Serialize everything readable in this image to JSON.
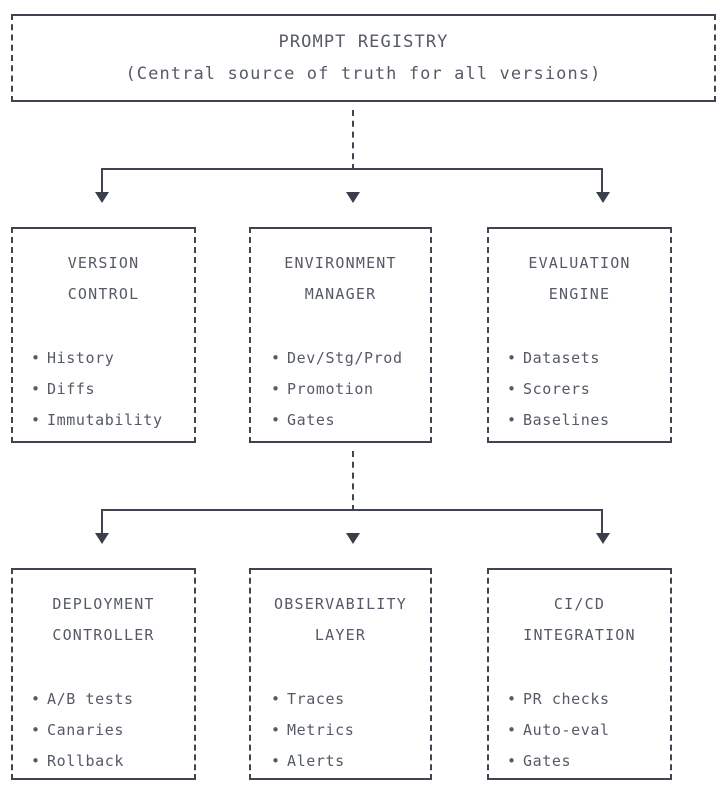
{
  "diagram": {
    "title": "PROMPT REGISTRY",
    "subtitle": "(Central source of truth for all versions)",
    "colors": {
      "border": "#3f4451",
      "text": "#555a66",
      "arrow": "#3a3f4b",
      "background": "#ffffff"
    },
    "root": {
      "label": "PROMPT REGISTRY",
      "description": "(Central source of truth for all versions)"
    },
    "rows": [
      {
        "nodes": [
          {
            "title_line1": "VERSION",
            "title_line2": "CONTROL",
            "bullets": [
              "History",
              "Diffs",
              "Immutability"
            ]
          },
          {
            "title_line1": "ENVIRONMENT",
            "title_line2": "MANAGER",
            "bullets": [
              "Dev/Stg/Prod",
              "Promotion",
              "Gates"
            ]
          },
          {
            "title_line1": "EVALUATION",
            "title_line2": "ENGINE",
            "bullets": [
              "Datasets",
              "Scorers",
              "Baselines"
            ]
          }
        ]
      },
      {
        "nodes": [
          {
            "title_line1": "DEPLOYMENT",
            "title_line2": "CONTROLLER",
            "bullets": [
              "A/B tests",
              "Canaries",
              "Rollback"
            ]
          },
          {
            "title_line1": "OBSERVABILITY",
            "title_line2": "LAYER",
            "bullets": [
              "Traces",
              "Metrics",
              "Alerts"
            ]
          },
          {
            "title_line1": "CI/CD",
            "title_line2": "INTEGRATION",
            "bullets": [
              "PR checks",
              "Auto-eval",
              "Gates"
            ]
          }
        ]
      }
    ],
    "bullet_glyph": "•",
    "arrow_glyph": "down-triangle"
  }
}
